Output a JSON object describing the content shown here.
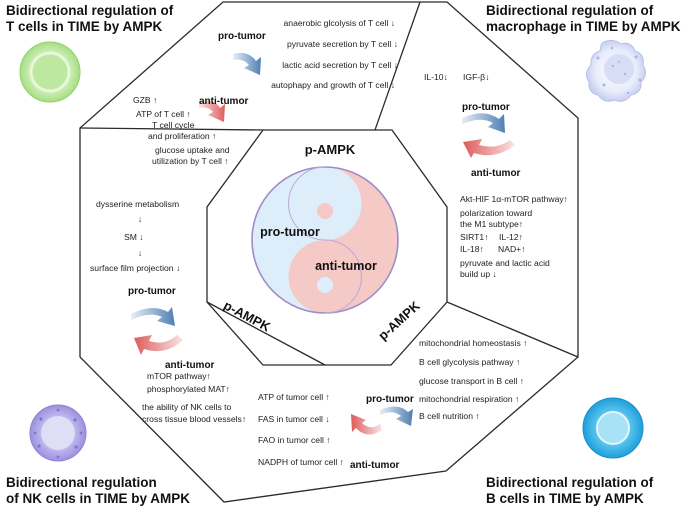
{
  "corners": {
    "t_cells": [
      "Bidirectional regulation of",
      "T cells in TIME by AMPK"
    ],
    "macrophage": [
      "Bidirectional regulation of",
      "macrophage in TIME by AMPK"
    ],
    "nk_cells": [
      "Bidirectional regulation",
      "of NK cells in TIME by AMPK"
    ],
    "b_cells": [
      "Bidirectional regulation of",
      "B cells in TIME by AMPK"
    ]
  },
  "center": {
    "pampk": "p-AMPK",
    "pro_tumor": "pro-tumor",
    "anti_tumor": "anti-tumor"
  },
  "labels": {
    "pro_tumor": "pro-tumor",
    "anti_tumor": "anti-tumor"
  },
  "t_cell_pro": [
    "anaerobic glcolysis of T cell ↓",
    "pyruvate secretion by T cell ↓",
    "lactic acid secretion by T cell ↓",
    "autophapy and growth of T cell ↓"
  ],
  "t_cell_anti": [
    "GZB ↑",
    "ATP of T cell ↑",
    "T cell cycle",
    "and proliferation ↑",
    "glucose uptake and",
    "utilization by T cell ↑"
  ],
  "macrophage_pro": [
    "IL-10↓",
    "IGF-β↓"
  ],
  "macrophage_anti": [
    "Akt-HIF 1α-mTOR pathway↑",
    "polarization toward",
    "the M1 subtype↑",
    "SIRT1↑",
    "IL-12↑",
    "IL-18↑",
    "NAD+↑",
    "pyruvate and lactic acid",
    "build up ↓"
  ],
  "nk_pro": [
    "dysserine metabolism",
    "↓",
    "SM ↓",
    "↓",
    "surface film projection ↓"
  ],
  "nk_anti": [
    "mTOR pathway↑",
    "phosphorylated MAT↑",
    "the ability of NK cells to",
    "cross tissue blood vessels↑"
  ],
  "b_right": [
    "mitochondrial homeostasis ↑",
    "B cell glycolysis pathway ↑",
    "glucose transport in B cell ↑",
    "mitochondrial respiration ↑",
    "B cell nutrition ↑"
  ],
  "b_left": [
    "ATP of tumor cell ↑",
    "FAS in tumor cell ↓",
    "FAO in tumor cell ↑",
    "NADPH of tumor cell ↑"
  ],
  "colors": {
    "pro_blue": "#5b86b5",
    "anti_red": "#e07070",
    "yang_pink": "#f5c9c6",
    "yin_blue": "#ddeefa"
  }
}
